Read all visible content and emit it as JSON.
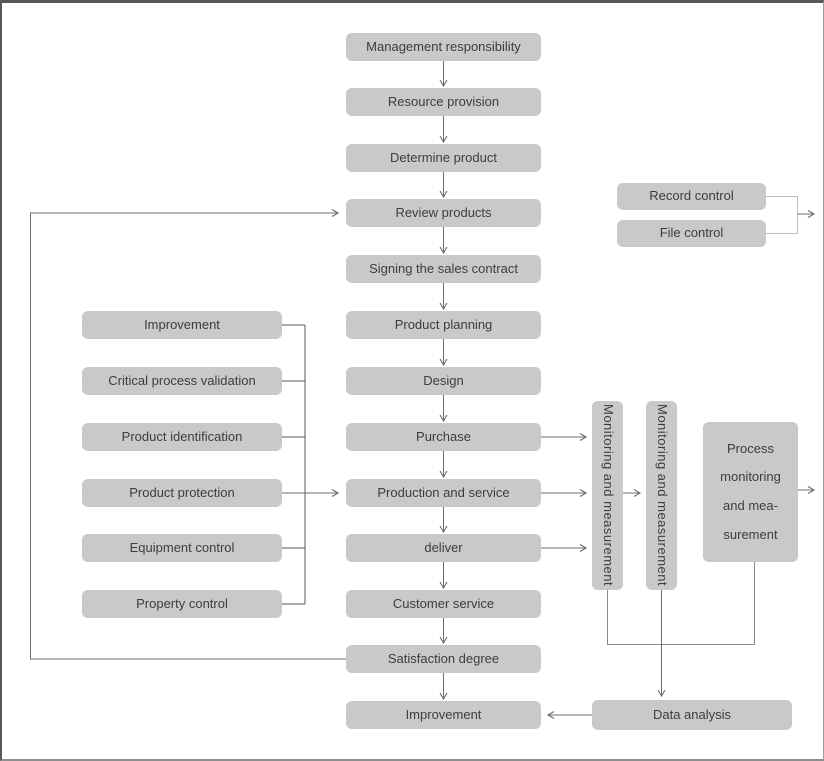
{
  "flow": {
    "center": [
      "Management responsibility",
      "Resource provision",
      "Determine product",
      "Review products",
      "Signing the sales contract",
      "Product planning",
      "Design",
      "Purchase",
      "Production and service",
      "deliver",
      "Customer service",
      "Satisfaction degree",
      "Improvement"
    ],
    "left": [
      "Improvement",
      "Critical process validation",
      "Product identification",
      "Product protection",
      "Equipment control",
      "Property control"
    ],
    "right_top": [
      "Record control",
      "File control"
    ],
    "monitors": [
      "Monitoring and measurement",
      "Monitoring and measurement"
    ],
    "process_box_lines": [
      "Process",
      "monitoring",
      "and mea-",
      "surement"
    ],
    "data_analysis": "Data analysis"
  },
  "colors": {
    "box_fill": "#c9c9c9",
    "box_text": "#3d3d3d",
    "arrow": "#6e6e6e",
    "bracket_dark": "#5a5a5a",
    "bracket_light": "#bdbdbd"
  }
}
